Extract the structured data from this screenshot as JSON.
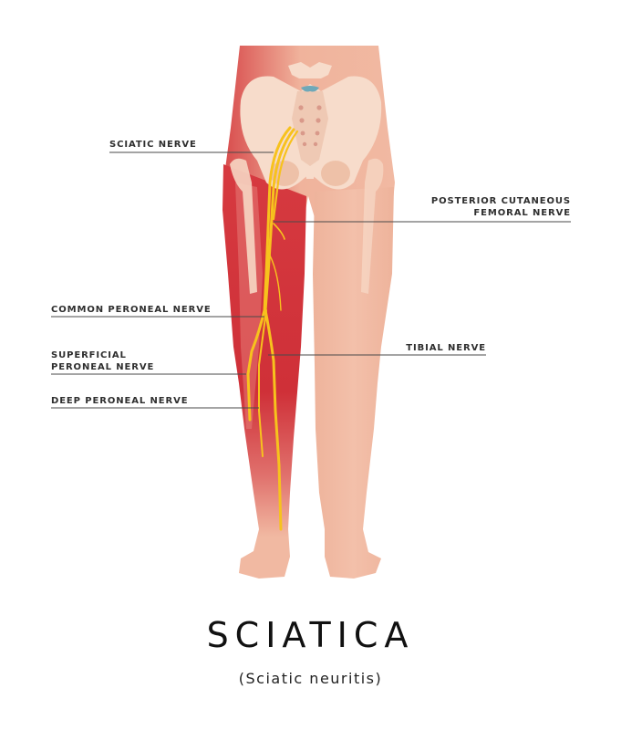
{
  "title": "SCIATICA",
  "subtitle": "(Sciatic neuritis)",
  "labels": {
    "sciatic_nerve": "SCIATIC NERVE",
    "posterior_cutaneous_line1": "POSTERIOR CUTANEOUS",
    "posterior_cutaneous_line2": "FEMORAL NERVE",
    "common_peroneal": "COMMON PERONEAL NERVE",
    "superficial_peroneal_line1": "SUPERFICIAL",
    "superficial_peroneal_line2": "PERONEAL NERVE",
    "deep_peroneal": "DEEP PERONEAL NERVE",
    "tibial_nerve": "TIBIAL NERVE"
  },
  "colors": {
    "skin": "#f1b9a2",
    "skin_light": "#f6cdb9",
    "bone": "#f7dccb",
    "inflamed": "#d0343c",
    "inflamed_light": "#e47c78",
    "nerve": "#f7c21d",
    "leader_line": "#4a4a4a",
    "disc": "#6fa8b8"
  }
}
